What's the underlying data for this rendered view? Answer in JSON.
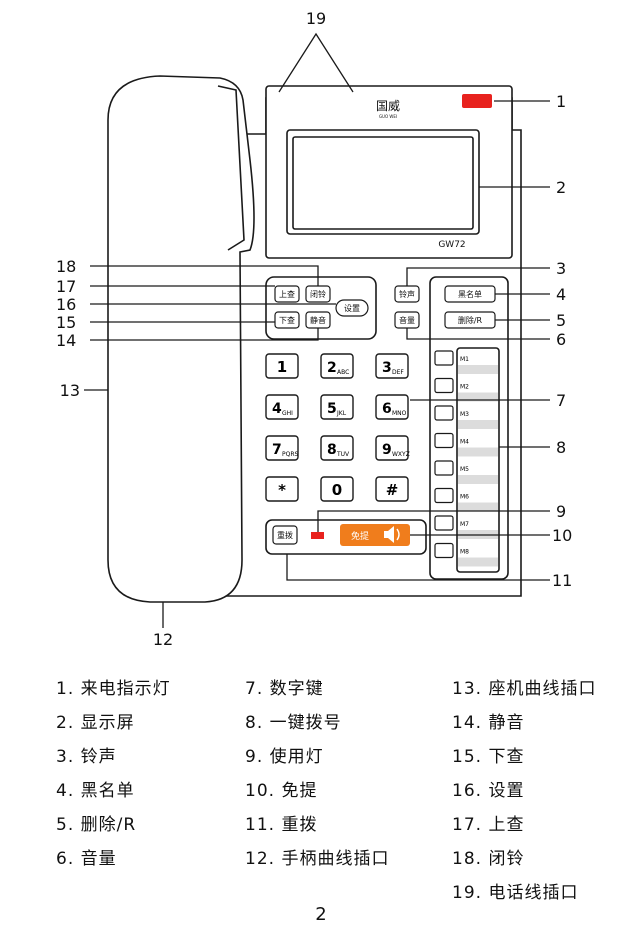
{
  "phone": {
    "brand": "国威",
    "brand_sub": "GUO WEI",
    "model": "GW72",
    "keys": {
      "up": "上查",
      "ring_off": "闭铃",
      "setup": "设置",
      "down": "下查",
      "mute": "静音",
      "ringtone": "铃声",
      "volume": "音量",
      "blacklist": "黑名单",
      "delete": "删除/R",
      "redial": "重拨",
      "handsfree": "免提"
    },
    "keypad": [
      {
        "digit": "1",
        "letters": ""
      },
      {
        "digit": "2",
        "letters": "ABC"
      },
      {
        "digit": "3",
        "letters": "DEF"
      },
      {
        "digit": "4",
        "letters": "GHI"
      },
      {
        "digit": "5",
        "letters": "JKL"
      },
      {
        "digit": "6",
        "letters": "MNO"
      },
      {
        "digit": "7",
        "letters": "PQRS"
      },
      {
        "digit": "8",
        "letters": "TUV"
      },
      {
        "digit": "9",
        "letters": "WXYZ"
      },
      {
        "digit": "*",
        "letters": ""
      },
      {
        "digit": "0",
        "letters": ""
      },
      {
        "digit": "#",
        "letters": ""
      }
    ],
    "memory_keys": [
      "M1",
      "M2",
      "M3",
      "M4",
      "M5",
      "M6",
      "M7",
      "M8"
    ]
  },
  "callouts": [
    "1",
    "2",
    "3",
    "4",
    "5",
    "6",
    "7",
    "8",
    "9",
    "10",
    "11",
    "12",
    "13",
    "14",
    "15",
    "16",
    "17",
    "18",
    "19"
  ],
  "legend": [
    [
      "1. 来电指示灯",
      "2. 显示屏",
      "3. 铃声",
      "4. 黑名单",
      "5. 删除/R",
      "6. 音量"
    ],
    [
      "7. 数字键",
      "8. 一键拨号",
      "9. 使用灯",
      "10. 免提",
      "11. 重拨",
      "12. 手柄曲线插口"
    ],
    [
      "13. 座机曲线插口",
      "14. 静音",
      "15. 下查",
      "16. 设置",
      "17. 上查",
      "18. 闭铃",
      "19. 电话线插口"
    ]
  ],
  "page_number": "2",
  "colors": {
    "indicator_red": "#e8221e",
    "handsfree_orange": "#f07d1c",
    "line": "#1a1a1a"
  }
}
